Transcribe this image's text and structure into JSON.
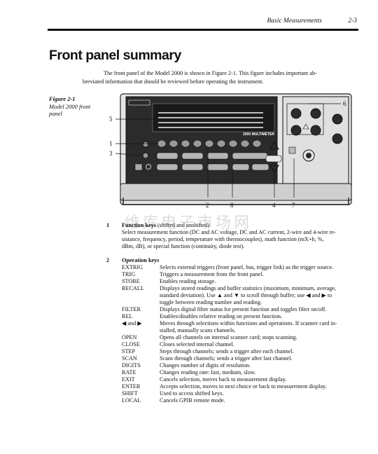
{
  "header": {
    "section": "Basic Measurements",
    "page": "2-3"
  },
  "title": "Front panel summary",
  "intro": {
    "line1": "The front panel of the Model 2000 is shown in Figure 2-1. This figure includes important ab-",
    "line2": "breviated information that should be reviewed before operating the instrument."
  },
  "figure": {
    "label": "Figure 2-1",
    "caption_line1": "Model 2000 front",
    "caption_line2": "panel"
  },
  "panel_labels": {
    "model": "2000 MULTIMETER"
  },
  "callouts": {
    "c1": "1",
    "c3": "3",
    "c5": "5",
    "c6": "6",
    "c2": "2",
    "c8": "8",
    "c4": "4",
    "c7": "7"
  },
  "watermark": "维库电子市场网",
  "item1": {
    "num": "1",
    "title": "Function keys",
    "subtitle": " (shifted and unshifted)",
    "desc_line1": "Select measurement function (DC and AC voltage, DC and AC current, 2-wire and 4-wire re-",
    "desc_line2": "sistance, frequency, period, temperature with thermocouples), math function (mX+b, %,",
    "desc_line3": "dBm, dB), or special function (continuity, diode test)."
  },
  "item2": {
    "num": "2",
    "title": "Operation keys",
    "keys": [
      {
        "name": "EXTRIG",
        "lines": [
          "Selects external triggers (front panel, bus, trigger link) as the trigger source."
        ]
      },
      {
        "name": "TRIG",
        "lines": [
          "Triggers a measurement from the front panel."
        ]
      },
      {
        "name": "STORE",
        "lines": [
          "Enables reading storage."
        ]
      },
      {
        "name": "RECALL",
        "lines": [
          "Displays stored readings and buffer statistics (maximum, minimum, average,",
          "standard deviation). Use ▲ and ▼ to scroll through buffer; use ◀ and ▶ to",
          "toggle between reading number and reading."
        ]
      },
      {
        "name": "FILTER",
        "lines": [
          "Displays digital filter status for present function and toggles filter on/off."
        ]
      },
      {
        "name": "REL",
        "lines": [
          "Enables/disables relative reading on present function."
        ]
      },
      {
        "name": "◀ and ▶",
        "lines": [
          "Moves through selections within functions and operations. If scanner card in-",
          "stalled, manually scans channels."
        ]
      },
      {
        "name": "OPEN",
        "lines": [
          "Opens all channels on internal scanner card; stops scanning."
        ]
      },
      {
        "name": "CLOSE",
        "lines": [
          "Closes selected internal channel."
        ]
      },
      {
        "name": "STEP",
        "lines": [
          "Steps through channels; sends a trigger after each channel."
        ]
      },
      {
        "name": "SCAN",
        "lines": [
          "Scans through channels; sends a trigger after last channel."
        ]
      },
      {
        "name": "DIGITS",
        "lines": [
          "Changes number of digits of resolution."
        ]
      },
      {
        "name": "RATE",
        "lines": [
          "Changes reading rate: fast, medium, slow."
        ]
      },
      {
        "name": "EXIT",
        "lines": [
          "Cancels selection, moves back to measurement display."
        ]
      },
      {
        "name": "ENTER",
        "lines": [
          "Accepts selection, moves to next choice or back to measurement display."
        ]
      },
      {
        "name": "SHIFT",
        "lines": [
          "Used to access shifted keys."
        ]
      },
      {
        "name": "LOCAL",
        "lines": [
          "Cancels GPIB remote mode."
        ]
      }
    ]
  },
  "colors": {
    "panel": "#2b2b2b",
    "panel_light": "#d9d9d9",
    "ink": "#111111"
  }
}
